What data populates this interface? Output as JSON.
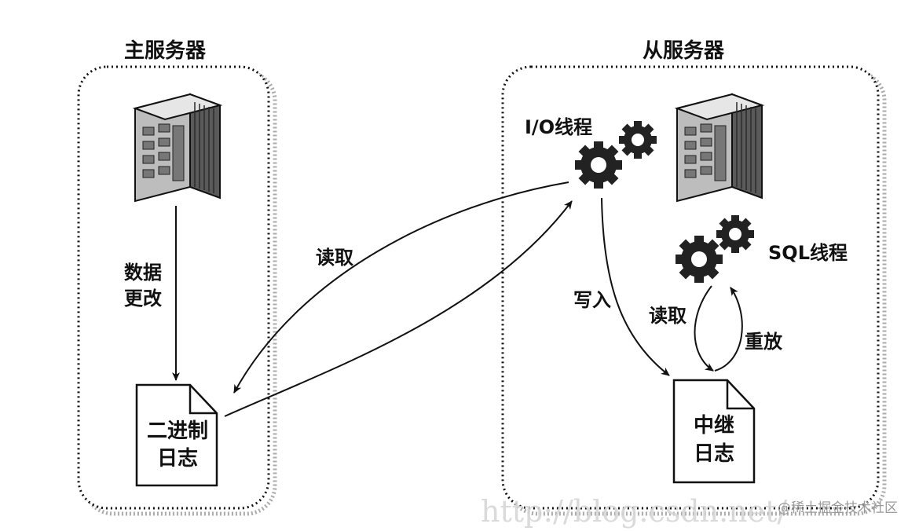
{
  "master": {
    "title": "主服务器",
    "data_change_label_1": "数据",
    "data_change_label_2": "更改",
    "binlog_label_1": "二进制",
    "binlog_label_2": "日志"
  },
  "slave": {
    "title": "从服务器",
    "io_thread_label": "I/O线程",
    "sql_thread_label": "SQL线程",
    "write_label": "写入",
    "read_label": "读取",
    "replay_label": "重放",
    "relaylog_label_1": "中继",
    "relaylog_label_2": "日志"
  },
  "link": {
    "read_label": "读取"
  },
  "watermark": {
    "url_text": "http://blog.csdn.net/",
    "credit_text": "@稀土掘金技术社区"
  }
}
